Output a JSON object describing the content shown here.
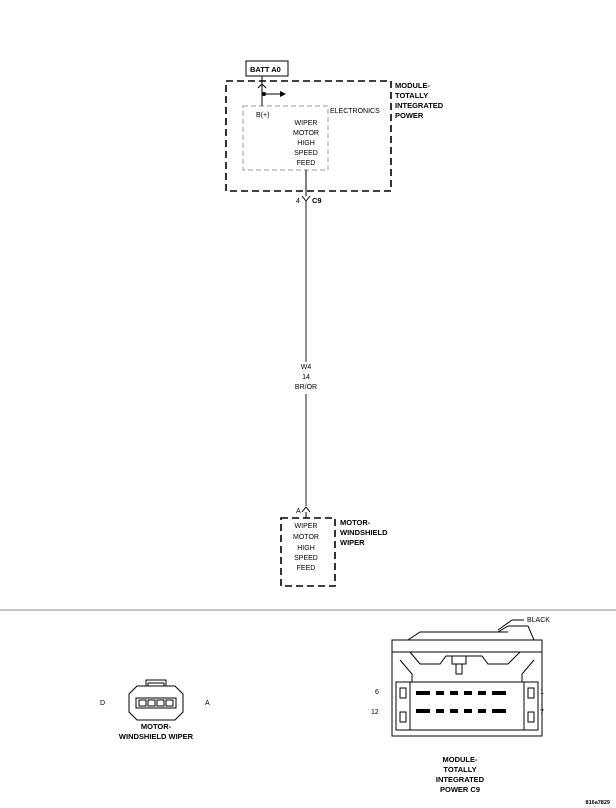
{
  "power_source": {
    "label": "BATT A0"
  },
  "module": {
    "title_lines": [
      "MODULE-",
      "TOTALLY",
      "INTEGRATED",
      "POWER"
    ],
    "inner_label": "ELECTRONICS",
    "pin_label": "B(+)",
    "function_lines": [
      "WIPER",
      "MOTOR",
      "HIGH",
      "SPEED",
      "FEED"
    ],
    "connector_pin": "4",
    "connector_name": "C9"
  },
  "wire": {
    "circuit": "W4",
    "gauge": "14",
    "color": "BR/OR"
  },
  "motor": {
    "pin": "A",
    "title_lines": [
      "MOTOR-",
      "WINDSHIELD",
      "WIPER"
    ],
    "function_lines": [
      "WIPER",
      "MOTOR",
      "HIGH",
      "SPEED",
      "FEED"
    ]
  },
  "motor_connector_view": {
    "left_label": "D",
    "right_label": "A",
    "caption_lines": [
      "MOTOR-",
      "WINDSHIELD WIPER"
    ]
  },
  "tipm_connector_view": {
    "color_label": "BLACK",
    "pin_top_left": "6",
    "pin_top_right": "1",
    "pin_bottom_left": "12",
    "pin_bottom_right": "7",
    "caption_lines": [
      "MODULE-",
      "TOTALLY",
      "INTEGRATED",
      "POWER C9"
    ]
  },
  "figure_id": "816a7829"
}
